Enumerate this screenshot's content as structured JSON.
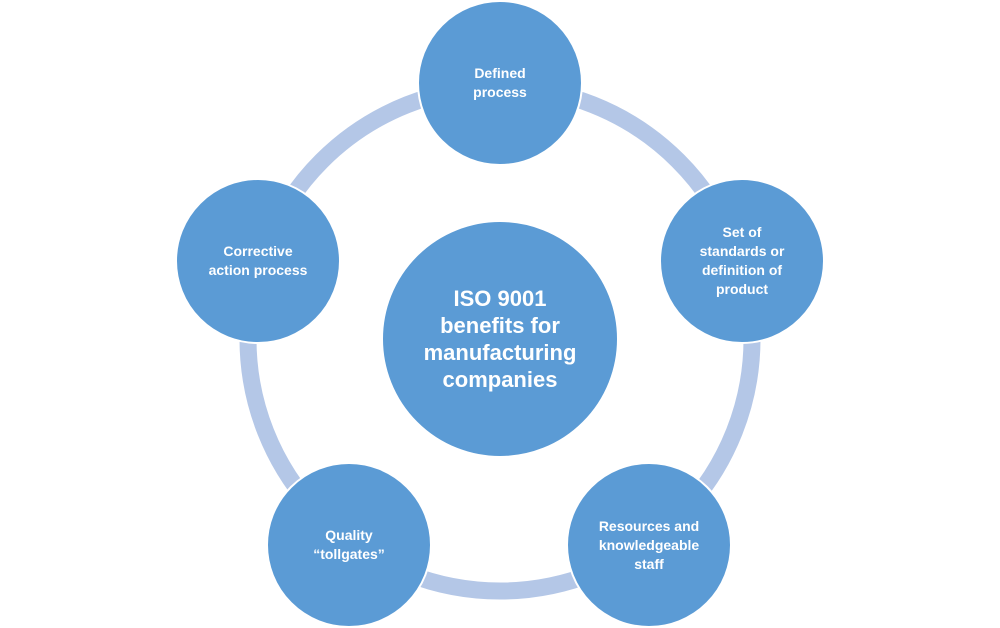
{
  "colors": {
    "node_fill": "#5b9bd5",
    "ring": "#b4c7e7",
    "text": "#ffffff"
  },
  "diagram": {
    "center": "ISO 9001\nbenefits for\nmanufacturing\ncompanies",
    "nodes": [
      "Defined\nprocess",
      "Set of\nstandards or\ndefinition of\nproduct",
      "Resources and\nknowledgeable\nstaff",
      "Quality\n“tollgates”",
      "Corrective\naction process"
    ]
  }
}
